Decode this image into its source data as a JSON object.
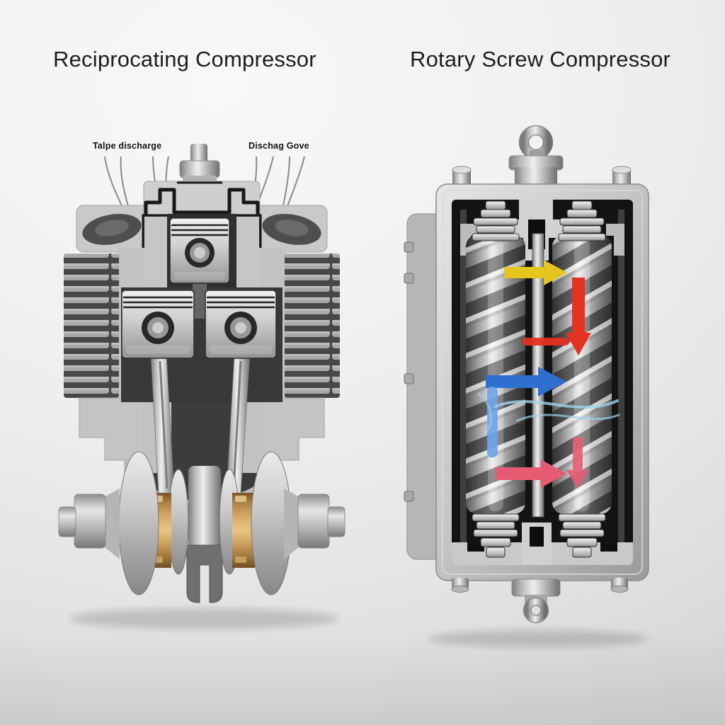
{
  "scene": {
    "background_top": "#f8f8f8",
    "background_bottom": "#d3d3d3"
  },
  "reciprocating": {
    "title": "Reciprocating Compressor",
    "callouts": [
      {
        "label": "Talpe discharge"
      },
      {
        "label": "Dischag Gove"
      }
    ],
    "colors": {
      "body_metal": "#c9c9c9",
      "interior_dark": "#3c3c3c",
      "brass_bearing": "#d3a765"
    }
  },
  "rotary": {
    "title": "Rotary Screw Compressor",
    "arrow_colors": {
      "intake_yellow": "#e7c51f",
      "compression_red": "#e53222",
      "flow_blue": "#2f6fd0",
      "flow_blue_light": "#6ba3e8",
      "swirl_cyan": "#9fd4ee",
      "discharge_pink": "#e75b72"
    },
    "colors": {
      "casing_metal": "#c6c6c6",
      "cavity_black": "#131313"
    }
  }
}
